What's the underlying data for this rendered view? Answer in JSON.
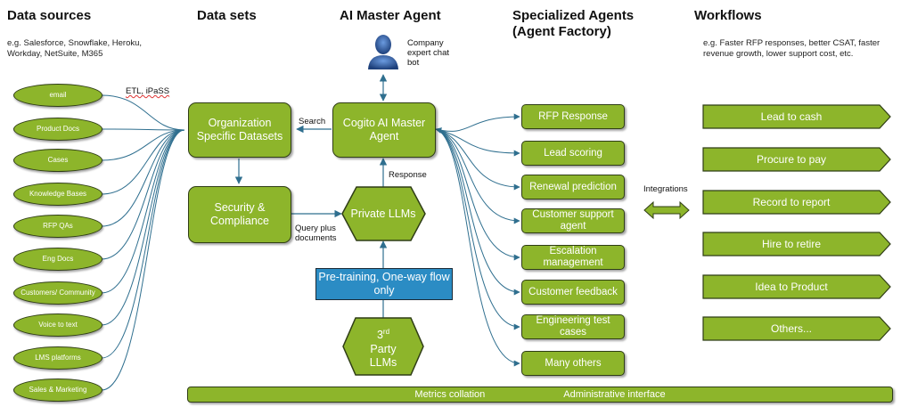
{
  "columns": {
    "data_sources": {
      "title": "Data sources",
      "note": "e.g. Salesforce, Snowflake, Heroku, Workday, NetSuite, M365"
    },
    "data_sets": {
      "title": "Data sets"
    },
    "ai_master_agent": {
      "title": "AI Master Agent"
    },
    "specialized_agents": {
      "title": "Specialized Agents",
      "subtitle": "(Agent Factory)"
    },
    "workflows": {
      "title": "Workflows",
      "note": "e.g. Faster RFP responses, better CSAT, faster revenue growth, lower support cost, etc."
    }
  },
  "sources": [
    "email",
    "Product Docs",
    "Cases",
    "Knowledge Bases",
    "RFP QAs",
    "Eng Docs",
    "Customers/ Community",
    "Voice to text",
    "LMS platforms",
    "Sales & Marketing"
  ],
  "connector_labels": {
    "etl": "ETL, iPaSS",
    "search": "Search",
    "response": "Response",
    "query": "Query plus documents",
    "integrations": "Integrations"
  },
  "datasets": {
    "org": "Organization Specific Datasets",
    "security": "Security & Compliance"
  },
  "master": {
    "chatbot_label": "Company expert chat bot",
    "agent": "Cogito AI Master Agent",
    "private_llms": "Private LLMs",
    "pretraining": "Pre-training, One-way flow only",
    "third_party_sup": "rd",
    "third_party_num": "3",
    "third_party": "Party LLMs"
  },
  "agents": [
    "RFP Response",
    "Lead scoring",
    "Renewal prediction",
    "Customer support agent",
    "Escalation management",
    "Customer feedback",
    "Engineering test cases",
    "Many others"
  ],
  "workflows": [
    "Lead to cash",
    "Procure to pay",
    "Record to report",
    "Hire to retire",
    "Idea to Product",
    "Others..."
  ],
  "footer": {
    "metrics": "Metrics collation",
    "admin": "Administrative interface"
  },
  "colors": {
    "green": "#8db52b",
    "outline": "#2f3d16",
    "connector": "#2f6f8f",
    "pretraining_blue": "#2b8cc4",
    "person_blue": "#2a5aa0"
  }
}
